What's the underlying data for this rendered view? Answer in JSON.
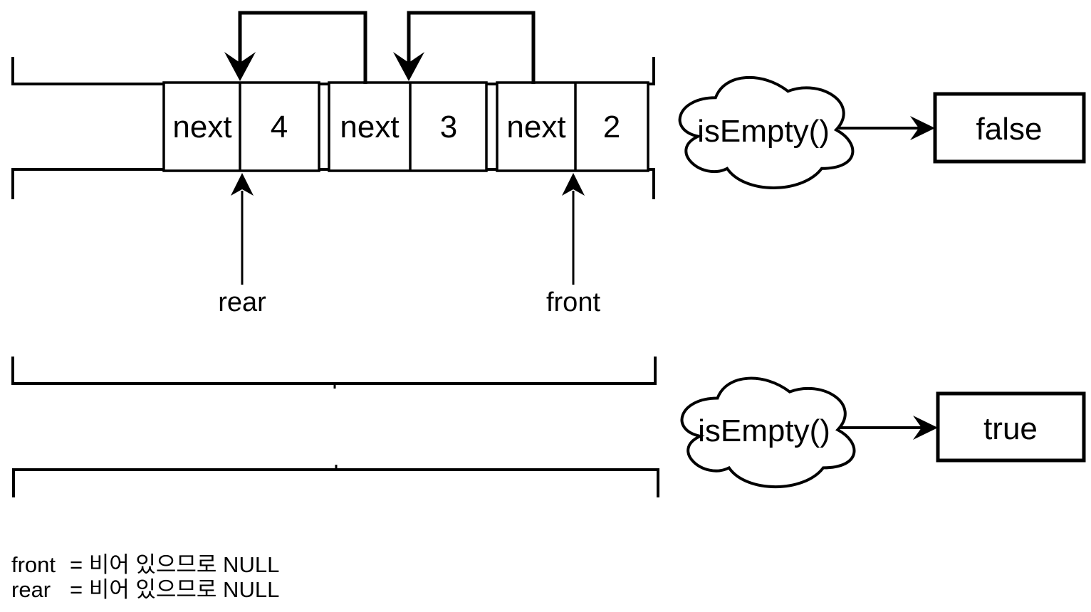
{
  "top_queue": {
    "nodes": [
      {
        "pointer_label": "next",
        "value": "4"
      },
      {
        "pointer_label": "next",
        "value": "3"
      },
      {
        "pointer_label": "next",
        "value": "2"
      }
    ],
    "rear_label": "rear",
    "front_label": "front"
  },
  "checks": [
    {
      "call": "isEmpty()",
      "result": "false"
    },
    {
      "call": "isEmpty()",
      "result": "true"
    }
  ],
  "notes": [
    {
      "label": "front",
      "text": "= 비어 있으므로 NULL"
    },
    {
      "label": "rear",
      "text": "= 비어 있으므로 NULL"
    }
  ],
  "colors": {
    "line": "#000000",
    "background": "#ffffff",
    "text": "#000000"
  }
}
